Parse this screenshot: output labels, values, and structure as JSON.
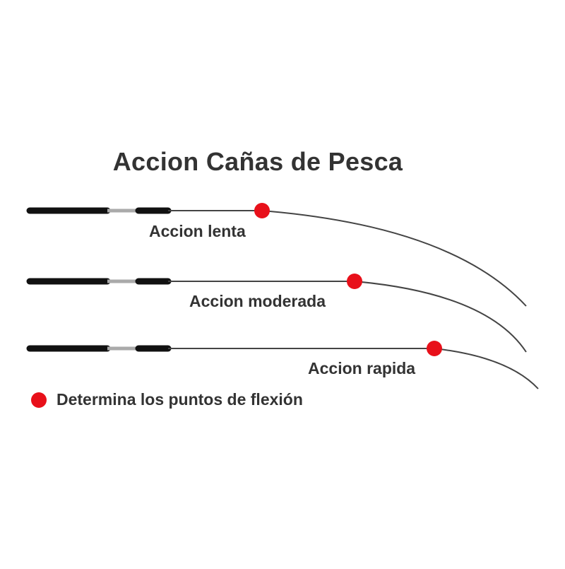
{
  "title": "Accion Cañas de Pesca",
  "colors": {
    "text": "#333333",
    "rod_handle": "#111111",
    "rod_ferrule": "#aaaaaa",
    "rod_blank": "#444444",
    "flex_point": "#e8101a"
  },
  "rods": [
    {
      "label": "Accion lenta"
    },
    {
      "label": "Accion moderada"
    },
    {
      "label": "Accion rapida"
    }
  ],
  "legend": {
    "icon": "red-dot-icon",
    "text": "Determina los puntos de flexión"
  }
}
